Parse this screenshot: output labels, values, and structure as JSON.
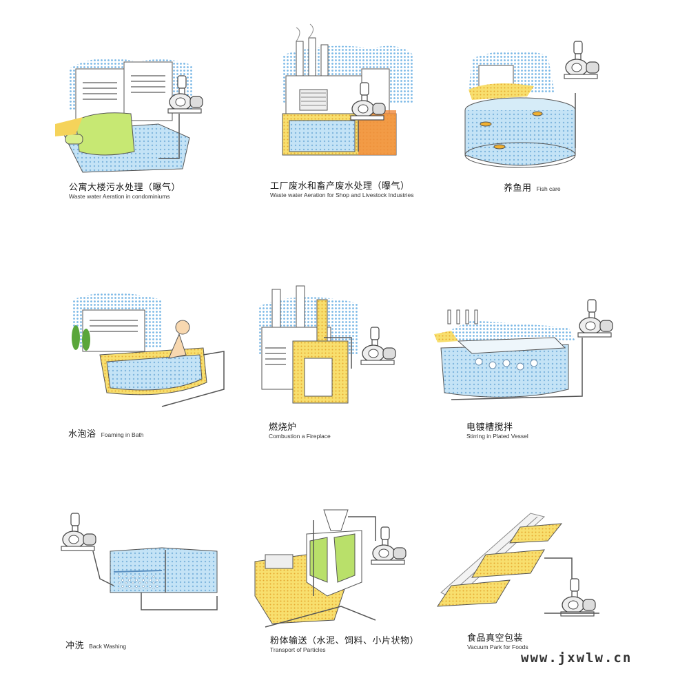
{
  "panels": [
    {
      "id": "p1",
      "cn": "公寓大楼污水处理（曝气）",
      "en": "Waste water Aeration in condominiums"
    },
    {
      "id": "p2",
      "cn": "工厂废水和畜产废水处理（曝气）",
      "en": "Waste water Aeration for Shop and Livestock Industries"
    },
    {
      "id": "p3",
      "cn": "养鱼用",
      "en": "Fish care"
    },
    {
      "id": "p4",
      "cn": "水泡浴",
      "en": "Foaming in Bath"
    },
    {
      "id": "p5",
      "cn": "燃烧炉",
      "en": "Combustion a Fireplace"
    },
    {
      "id": "p6",
      "cn": "电镀槽搅拌",
      "en": "Stirring in Plated Vessel"
    },
    {
      "id": "p7",
      "cn": "冲洗",
      "en": "Back Washing"
    },
    {
      "id": "p8",
      "cn": "粉体输送（水泥、饲料、小片状物）",
      "en": "Transport of Particles"
    },
    {
      "id": "p9",
      "cn": "食品真空包装",
      "en": "Vacuum Park for Foods"
    }
  ],
  "watermark": "www.jxwlw.cn",
  "colors": {
    "sky": "#8fc3e8",
    "water": "#bfe0f5",
    "yellow": "#f5d35a",
    "green": "#b9e06a",
    "orange": "#f08a3c",
    "line": "#555555"
  }
}
